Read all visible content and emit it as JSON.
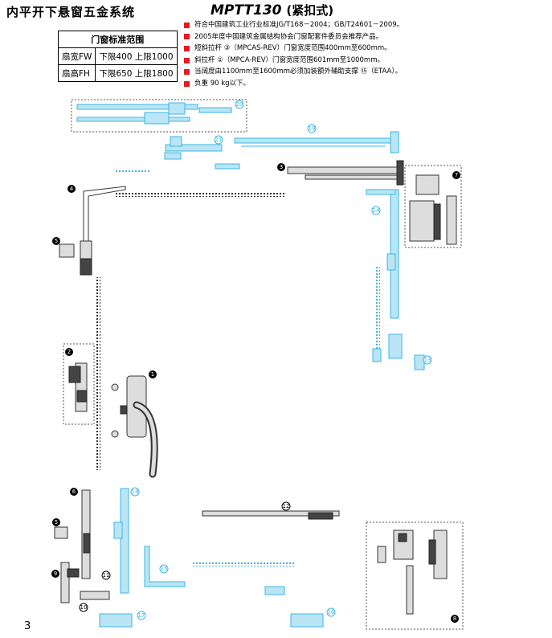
{
  "header": {
    "title": "内平开下悬窗五金系统",
    "model": "MPTT130",
    "model_sub": "(紧扣式)"
  },
  "range_table": {
    "caption": "门窗标准范围",
    "rows": [
      {
        "label": "扇宽FW",
        "value": "下限400 上限1000"
      },
      {
        "label": "扇高FH",
        "value": "下限650 上限1800"
      }
    ]
  },
  "features": [
    "符合中国建筑工业行业标准JG/T168－2004；GB/T24601－2009。",
    "2005年度中国建筑金属结构协会门窗配套件委员会推荐产品。",
    "短斜拉杆 ③（MPCAS-REV）门窗宽度范围400mm至600mm。",
    "斜拉杆 ①（MPCA-REV）门窗宽度范围601mm至1000mm。",
    "当阔度由1100mm至1600mm必须加装额外辅助支撑 ⑮（ETAA）。",
    "负重 90 kg以下。"
  ],
  "colors": {
    "accent": "#e41b23",
    "cyan": "#3bb6e4",
    "dark": "#333333"
  },
  "labels": {
    "n1": "1",
    "n2": "2",
    "n3": "3",
    "n4": "4",
    "n5": "5",
    "n5b": "5",
    "n6": "6",
    "n7": "7",
    "n8": "8",
    "n9": "9",
    "n10": "10",
    "n11": "11",
    "n12": "12",
    "n13": "13",
    "n14": "14",
    "n15": "15",
    "n16": "16",
    "n17": "17",
    "n18": "18",
    "n19": "19",
    "n20": "20",
    "n21": "21"
  },
  "page_number": "3"
}
